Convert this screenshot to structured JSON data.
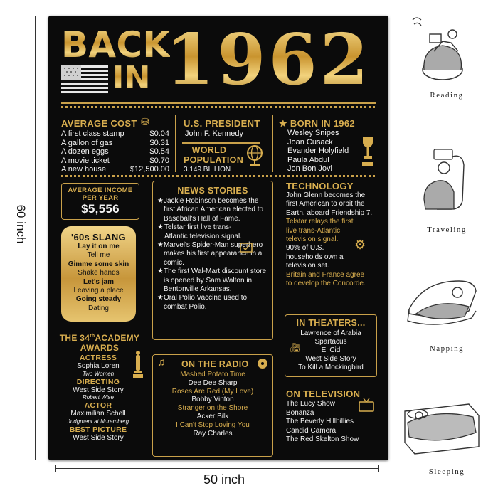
{
  "dimensions": {
    "height": "60 inch",
    "width": "50 inch"
  },
  "header": {
    "back": "BACK",
    "in": "IN",
    "year": "1962"
  },
  "average_cost": {
    "title": "AVERAGE COST",
    "items": [
      {
        "label": "A first class stamp",
        "price": "$0.04"
      },
      {
        "label": "A gallon of gas",
        "price": "$0.31"
      },
      {
        "label": "A dozen eggs",
        "price": "$0.54"
      },
      {
        "label": "A movie ticket",
        "price": "$0.70"
      },
      {
        "label": "A new house",
        "price": "$12,500.00"
      }
    ]
  },
  "president": {
    "title": "U.S. PRESIDENT",
    "name": "John F. Kennedy"
  },
  "population": {
    "title_line1": "WORLD",
    "title_line2": "POPULATION",
    "value": "3.149 BILLION"
  },
  "born": {
    "title": "BORN IN 1962",
    "names": [
      "Wesley Snipes",
      "Joan Cusack",
      "Evander Holyfield",
      "Paula Abdul",
      "Jon Bon Jovi"
    ]
  },
  "income": {
    "title_line1": "AVERAGE INCOME",
    "title_line2": "PER YEAR",
    "value": "$5,556"
  },
  "news": {
    "title": "NEWS STORIES",
    "items": [
      "Jackie Robinson becomes the first African American elected to Baseball's Hall of Fame.",
      "Telstar first live trans-Atlantic television signal.",
      "Marvel's Spider-Man superhero makes his first appearance in a comic.",
      "The first Wal-Mart discount store is opened by Sam Walton in Bentonville Arkansas.",
      "Oral Polio Vaccine used to combat Polio."
    ]
  },
  "technology": {
    "title": "TECHNOLOGY",
    "lines": [
      {
        "text": "John Glenn becomes the first American to orbit the Earth, aboard Friendship 7.",
        "color": "white"
      },
      {
        "text": "Telstar relays the first live trans-Atlantic television signal.",
        "color": "gold"
      },
      {
        "text": "90% of U.S. households own a television set.",
        "color": "white"
      },
      {
        "text": "Britain and France agree to develop the Concorde.",
        "color": "gold"
      }
    ]
  },
  "slang": {
    "title": "'60s SLANG",
    "items": [
      "Lay it on me",
      "Tell me",
      "Gimme some skin",
      "Shake hands",
      "Let's jam",
      "Leaving a place",
      "Going steady",
      "Dating"
    ]
  },
  "academy": {
    "title_line1": "THE 34",
    "title_sup": "th",
    "title_line1b": "ACADEMY",
    "title_line2": "AWARDS",
    "entries": [
      {
        "kind": "cat",
        "text": "ACTRESS"
      },
      {
        "kind": "name",
        "text": "Sophia Loren"
      },
      {
        "kind": "film",
        "text": "Two Women"
      },
      {
        "kind": "cat",
        "text": "DIRECTING"
      },
      {
        "kind": "name",
        "text": "West Side Story"
      },
      {
        "kind": "film",
        "text": "Robert Wise"
      },
      {
        "kind": "cat",
        "text": "ACTOR"
      },
      {
        "kind": "name",
        "text": "Maximilian Schell"
      },
      {
        "kind": "film",
        "text": "Judgment at Nuremberg"
      },
      {
        "kind": "cat",
        "text": "BEST PICTURE"
      },
      {
        "kind": "name",
        "text": "West Side Story"
      }
    ]
  },
  "radio": {
    "title": "ON THE RADIO",
    "songs": [
      {
        "text": "Mashed Potato Time",
        "color": "gold"
      },
      {
        "text": "Dee Dee Sharp",
        "color": "white"
      },
      {
        "text": "Roses Are Red (My Love)",
        "color": "gold"
      },
      {
        "text": "Bobby Vinton",
        "color": "white"
      },
      {
        "text": "Stranger on the Shore",
        "color": "gold"
      },
      {
        "text": "Acker Bilk",
        "color": "white"
      },
      {
        "text": "I Can't Stop Loving You",
        "color": "gold"
      },
      {
        "text": "Ray Charles",
        "color": "white"
      }
    ]
  },
  "theaters": {
    "title": "IN THEATERS...",
    "films": [
      "Lawrence of Arabia",
      "Spartacus",
      "El Cid",
      "West Side Story",
      "To Kill a Mockingbird"
    ]
  },
  "television": {
    "title": "ON TELEVISION",
    "shows": [
      "The Lucy Show",
      "Bonanza",
      "The Beverly Hillbillies",
      "Candid Camera",
      "The Red Skelton Show"
    ]
  },
  "usage": [
    {
      "label": "Reading",
      "icon": "reading-icon"
    },
    {
      "label": "Traveling",
      "icon": "traveling-icon"
    },
    {
      "label": "Napping",
      "icon": "napping-icon"
    },
    {
      "label": "Sleeping",
      "icon": "sleeping-icon"
    }
  ],
  "colors": {
    "gold": "#d8ae4f",
    "background": "#0b0b0b",
    "text": "#f2f2f2"
  }
}
